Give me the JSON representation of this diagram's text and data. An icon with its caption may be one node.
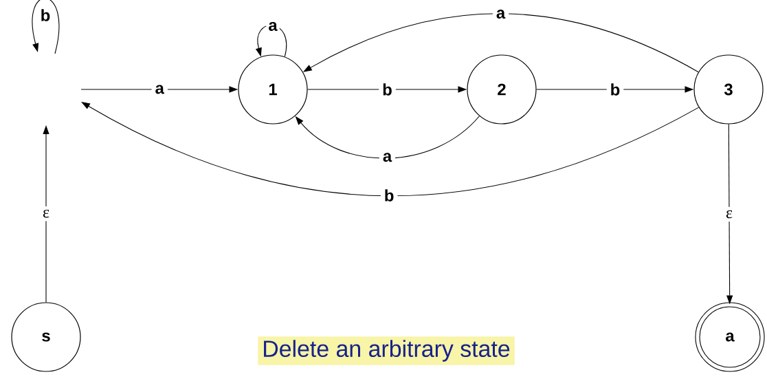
{
  "diagram": {
    "caption": "Delete an arbitrary state",
    "labels": [
      "b"
    ],
    "nodes": [
      {
        "text": [
          "1"
        ]
      },
      {
        "text": [
          "2"
        ]
      },
      {
        "text": [
          "3"
        ]
      },
      {
        "text": [
          "s"
        ]
      },
      {
        "text": [
          "a"
        ]
      }
    ],
    "edges": [
      {
        "from": null,
        "to": 0,
        "arrow": "to",
        "label": "a"
      },
      {
        "from": 0,
        "to": 0,
        "arrow": "to",
        "label": "a"
      },
      {
        "from": 0,
        "to": 1,
        "arrow": "to",
        "label": "b"
      },
      {
        "from": 1,
        "to": 0,
        "arrow": "to",
        "label": "a"
      },
      {
        "from": 1,
        "to": 2,
        "arrow": "to",
        "label": "b"
      },
      {
        "from": 2,
        "to": 0,
        "arrow": "to",
        "label": "a"
      },
      {
        "from": 2,
        "to": null,
        "arrow": "to",
        "label": "b"
      },
      {
        "from": 3,
        "to": null,
        "arrow": "to",
        "label": "ε"
      },
      {
        "from": 2,
        "to": 4,
        "arrow": "to",
        "label": "ε"
      }
    ]
  }
}
